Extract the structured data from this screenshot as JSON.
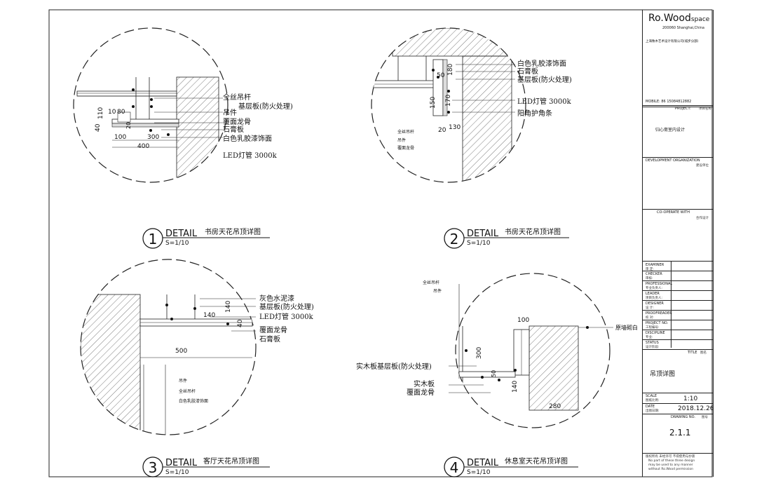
{
  "details": [
    {
      "num": "1",
      "word": "DETAIL",
      "title": "书房天花吊顶详图",
      "scale": "S=1/10"
    },
    {
      "num": "2",
      "word": "DETAIL",
      "title": "书房天花吊顶详图",
      "scale": "S=1/10"
    },
    {
      "num": "3",
      "word": "DETAIL",
      "title": "客厅天花吊顶详图",
      "scale": "S=1/10"
    },
    {
      "num": "4",
      "word": "DETAIL",
      "title": "休息室天花吊顶详图",
      "scale": "S=1/10"
    }
  ],
  "d1": {
    "labels": [
      "全丝吊杆",
      "基层板(防火处理)",
      "吊件",
      "覆面龙骨",
      "石膏板",
      "白色乳胶漆饰面",
      "LED灯管 3000k"
    ],
    "dims": [
      "10",
      "80",
      "110",
      "40",
      "20",
      "100",
      "300",
      "400"
    ]
  },
  "d2": {
    "labels": [
      "白色乳胶漆饰面",
      "石膏板",
      "基层板(防火处理)",
      "LED灯管 3000k",
      "阳角护角条"
    ],
    "small": [
      "全丝吊杆",
      "吊件",
      "覆面龙骨"
    ],
    "dims": [
      "50",
      "180",
      "150",
      "170",
      "20",
      "130"
    ]
  },
  "d3": {
    "labels": [
      "灰色水泥漆",
      "基层板(防火处理)",
      "LED灯管 3000k",
      "覆面龙骨",
      "石膏板"
    ],
    "small": [
      "吊件",
      "全丝吊杆",
      "白色乳胶漆饰面"
    ],
    "dims": [
      "140",
      "140",
      "40",
      "500"
    ]
  },
  "d4": {
    "labels": [
      "实木板基层板(防火处理)",
      "实木板",
      "覆面龙骨",
      "原墙砌白"
    ],
    "small": [
      "全丝吊杆",
      "吊件"
    ],
    "dims": [
      "100",
      "300",
      "50",
      "140",
      "280"
    ]
  },
  "titleblock": {
    "brand": "Ro.Wood",
    "brand_sub": "space",
    "city": "200060 Shanghai,China",
    "company": "上海致木艺术设计有限公司(城步分部)",
    "mobile": "MOBILE: 86 15084812882",
    "project_label": "PROJECT:",
    "project_cn": "项目名称",
    "project_value": "归心斋室内设计",
    "dev_org": "DEVELOPMENT ORGANIZATION",
    "dev_cn": "建设单位",
    "cooperate": "CO-OPERATE WITH",
    "cooperate_cn": "合作设计",
    "roles": [
      {
        "en": "EXAMINER",
        "cn": "审 定:"
      },
      {
        "en": "CHECKER",
        "cn": "审核:"
      },
      {
        "en": "PROFESSIONAL",
        "cn": "专业负责人:"
      },
      {
        "en": "LEADER",
        "cn": "项目负责人:"
      },
      {
        "en": "DESIGNER",
        "cn": "设 计:"
      },
      {
        "en": "PROOFREADER",
        "cn": "校 对:"
      },
      {
        "en": "PROJECT NO.",
        "cn": "工程编号:"
      },
      {
        "en": "DISCIPLINE",
        "cn": "专业:"
      },
      {
        "en": "STATUS",
        "cn": "设计阶段:"
      }
    ],
    "title_label": "TITLE",
    "title_cn": "图名",
    "title_value": "吊顶详图",
    "scale_label": "SCALE",
    "scale_cn": "图纸比例:",
    "scale_value": "1:10",
    "date_label": "DATE",
    "date_cn": "出图日期:",
    "date_value": "2018.12.26",
    "drawing_no_label": "DRAWING NO.",
    "drawing_no_cn": "图号",
    "drawing_no": "2.1.1",
    "note_cn": "版权所有 未经许可 不得使用与抄袭",
    "note_en1": "No part of these three design",
    "note_en2": "may be used to any manner",
    "note_en3": "without Ro.Wood permission"
  }
}
